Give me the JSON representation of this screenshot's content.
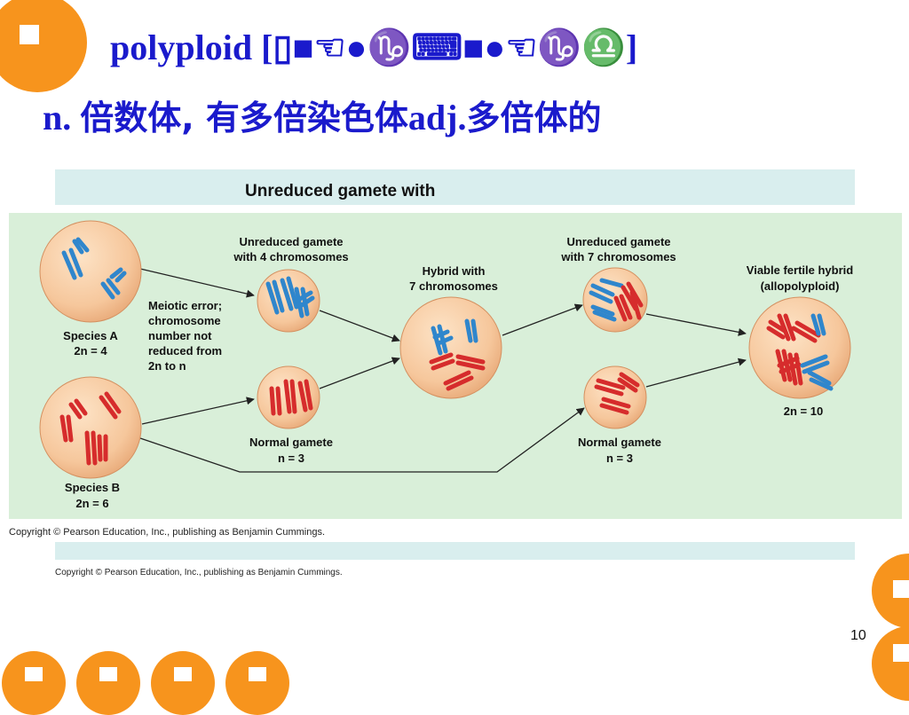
{
  "slide": {
    "title_line1": "polyploid [▯■☜●♑⌨■●☜♑♎]",
    "title_line2_prefix": "n. ",
    "title_line2_zh1": "倍数体, 有多倍染色体",
    "title_line2_adj": "adj.",
    "title_line2_zh2": "多倍体的",
    "page_number": "10"
  },
  "figure": {
    "top_label": "Unreduced gamete with",
    "unreduced_4": [
      "Unreduced gamete",
      "with 4 chromosomes"
    ],
    "hybrid7": [
      "Hybrid with",
      "7 chromosomes"
    ],
    "unreduced_7": [
      "Unreduced gamete",
      "with 7 chromosomes"
    ],
    "viable": [
      "Viable fertile hybrid",
      "(allopolyploid)"
    ],
    "meiotic_error": [
      "Meiotic error;",
      "chromosome",
      "number not",
      "reduced from",
      "2n to n"
    ],
    "species_a": [
      "Species A",
      "2n = 4"
    ],
    "species_b": [
      "Species B",
      "2n = 6"
    ],
    "normal_gamete": "Normal gamete",
    "n3": "n = 3",
    "final_2n": "2n = 10",
    "copyright1": "Copyright © Pearson Education, Inc., publishing as Benjamin Cummings.",
    "copyright2": "Copyright © Pearson Education, Inc., publishing as Benjamin Cummings."
  },
  "colors": {
    "accent_orange": "#f7941d",
    "title_blue": "#1a1acc",
    "figure_bg": "#d9efd9",
    "chromosome_blue": "#3b9ad9",
    "chromosome_red": "#d93030"
  }
}
